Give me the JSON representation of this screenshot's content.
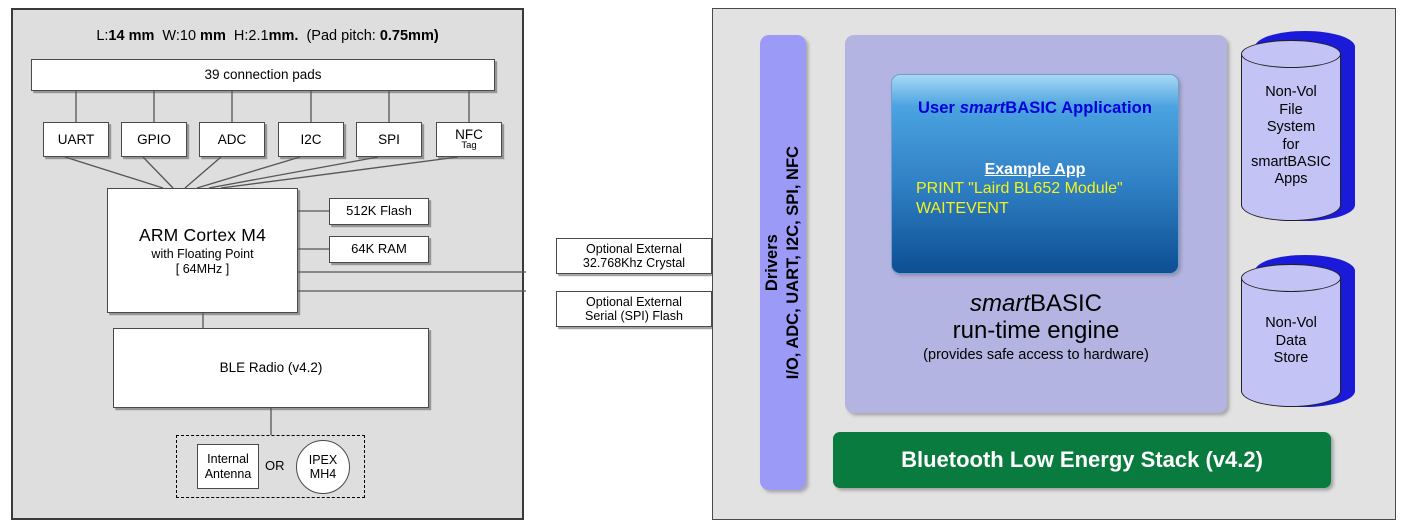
{
  "left": {
    "header": {
      "full": "L:14 mm  W:10 mm  H:2.1mm.  (Pad pitch: 0.75mm)",
      "seg_l_label": "L:",
      "seg_l_value": "14 mm",
      "seg_w_label": "W:10",
      "seg_w_unit": "mm",
      "seg_h_label": "H:2.1",
      "seg_h_unit": "mm.",
      "seg_pad_label": "(Pad pitch:",
      "seg_pad_value": "0.75mm)"
    },
    "pads_label": "39 connection pads",
    "peripherals": [
      {
        "label": "UART"
      },
      {
        "label": "GPIO"
      },
      {
        "label": "ADC"
      },
      {
        "label": "I2C"
      },
      {
        "label": "SPI"
      },
      {
        "label": "NFC",
        "sub": "Tag"
      }
    ],
    "cpu": {
      "line1": "ARM Cortex M4",
      "line2": "with Floating Point",
      "line3": "[ 64MHz ]"
    },
    "memory": {
      "flash": "512K Flash",
      "ram": "64K RAM"
    },
    "external": {
      "crystal_line1": "Optional External",
      "crystal_line2": "32.768Khz Crystal",
      "flash_line1": "Optional External",
      "flash_line2": "Serial (SPI) Flash"
    },
    "radio_label": "BLE Radio (v4.2)",
    "antenna": {
      "internal_line1": "Internal",
      "internal_line2": "Antenna",
      "or_label": "OR",
      "ipex_line1": "IPEX",
      "ipex_line2": "MH4"
    }
  },
  "right": {
    "drivers": {
      "line1": "Drivers",
      "line2": "I/O, ADC, UART, I2C, SPI, NFC"
    },
    "app": {
      "title_prefix": "User ",
      "title_italic": "smart",
      "title_suffix": "BASIC Application",
      "example_heading": "Example App",
      "code_line1": "PRINT \"Laird BL652 Module\"",
      "code_line2": "WAITEVENT"
    },
    "engine": {
      "line1_italic": "smart",
      "line1_rest": "BASIC",
      "line2": "run-time engine",
      "line3": "(provides safe access to hardware)"
    },
    "ble_stack_label": "Bluetooth Low Energy Stack (v4.2)",
    "storage": [
      {
        "name": "file-system",
        "lines": [
          "Non-Vol",
          "File",
          "System",
          "for",
          "smartBASIC",
          "Apps"
        ]
      },
      {
        "name": "data-store",
        "lines": [
          "Non-Vol",
          "Data",
          "Store"
        ]
      }
    ]
  },
  "colors": {
    "panel_bg": "#dedede",
    "drivers_bar": "#9b9bf7",
    "engine_panel": "#b4b4e2",
    "ble_stack_green": "#0a7b3e",
    "app_title_blue": "#0000d8",
    "code_yellow": "#f2f21e",
    "cylinder_fill": "#c3c3f5",
    "cylinder_shadow": "#1a1ad8"
  }
}
